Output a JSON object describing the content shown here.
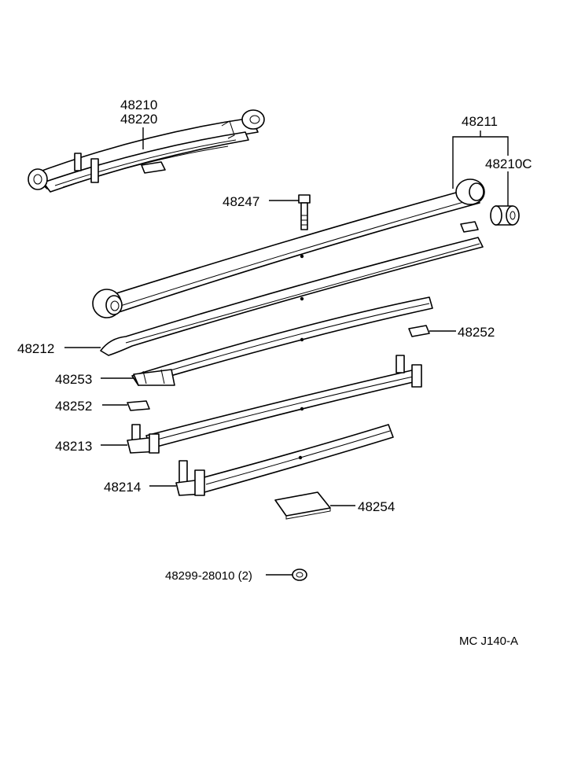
{
  "labels": {
    "p48210": "48210",
    "p48220": "48220",
    "p48211": "48211",
    "p48210c": "48210C",
    "p48247": "48247",
    "p48252a": "48252",
    "p48212": "48212",
    "p48253": "48253",
    "p48252b": "48252",
    "p48213": "48213",
    "p48214": "48214",
    "p48254": "48254",
    "p48299": "48299-28010 (2)",
    "ref_code": "MC  J140-A"
  }
}
